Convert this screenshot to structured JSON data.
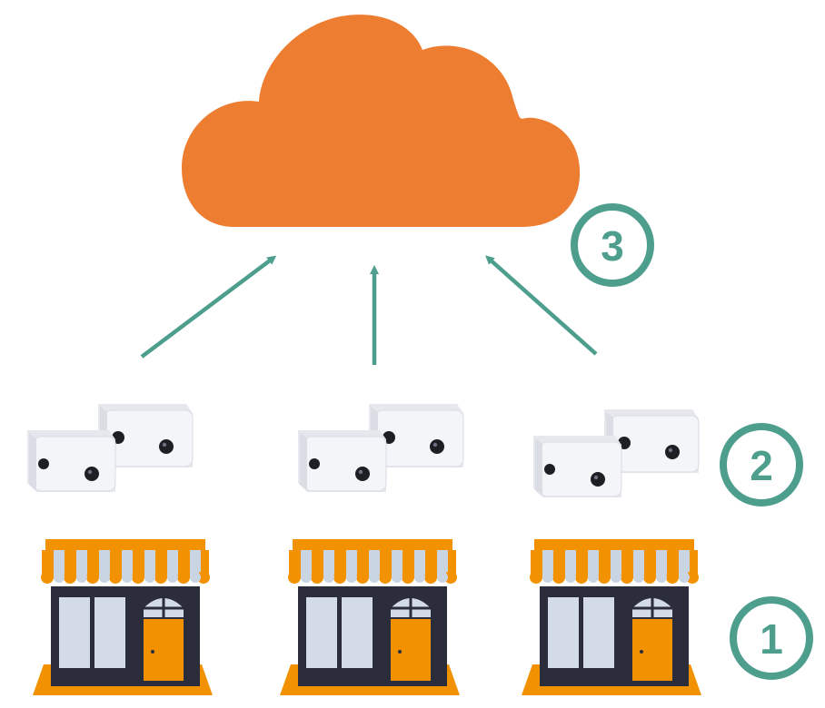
{
  "colors": {
    "cloud": "#ED7D31",
    "arrow": "#4E9E8E",
    "step_circle": "#4E9E8E",
    "awning_orange": "#F39200",
    "awning_light": "#C9D5E3",
    "store_body": "#2B2E3A",
    "window": "#D3DBE6",
    "door": "#F39200",
    "base": "#F39200",
    "sensor_body": "#F4F5F8",
    "sensor_lens": "#1E1F24"
  },
  "icons": {
    "cloud": "cloud-icon",
    "arrow": "arrow-up-icon",
    "sensor": "people-counter-sensor-icon",
    "store": "storefront-icon"
  },
  "steps": {
    "stores": "1",
    "sensors": "2",
    "cloud": "3"
  },
  "stores": [
    {
      "sensors": 2
    },
    {
      "sensors": 2
    },
    {
      "sensors": 2
    }
  ]
}
